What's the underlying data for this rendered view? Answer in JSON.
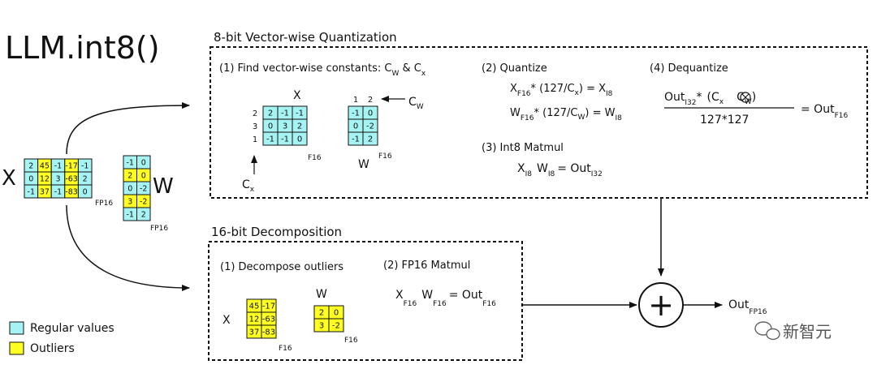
{
  "title": "LLM.int8()",
  "colors": {
    "regular": "#a6f3f3",
    "outlier": "#ffff22",
    "stroke": "#111111"
  },
  "legend": {
    "regular": "Regular values",
    "outliers": "Outliers"
  },
  "watermark": "新智元",
  "input": {
    "x_label": "X",
    "w_label": "W",
    "x_tag": "FP16",
    "w_tag": "FP16",
    "x_matrix": [
      [
        "2",
        "45",
        "-1",
        "-17",
        "-1"
      ],
      [
        "0",
        "12",
        "3",
        "-63",
        "2"
      ],
      [
        "-1",
        "37",
        "-1",
        "-83",
        "0"
      ]
    ],
    "x_outlier_cols": [
      1,
      3
    ],
    "w_matrix": [
      [
        "-1",
        "0"
      ],
      [
        "2",
        "0"
      ],
      [
        "0",
        "-2"
      ],
      [
        "3",
        "-2"
      ],
      [
        "-1",
        "2"
      ]
    ],
    "w_outlier_rows": [
      1,
      3
    ]
  },
  "vector_section": {
    "title": "8-bit Vector-wise Quantization",
    "step1": {
      "text": "(1) Find vector-wise constants: C",
      "sub_w": "W",
      "amp": " & C",
      "sub_x": "x"
    },
    "x_label": "X",
    "w_label": "W",
    "tag": "F16",
    "cx_row": [
      "2",
      "3",
      "1"
    ],
    "cw_col": [
      "1",
      "2"
    ],
    "x_matrix": [
      [
        "2",
        "-1",
        "-1"
      ],
      [
        "0",
        "3",
        "2"
      ],
      [
        "-1",
        "-1",
        "0"
      ]
    ],
    "w_matrix": [
      [
        "-1",
        "0"
      ],
      [
        "0",
        "-2"
      ],
      [
        "-1",
        "2"
      ]
    ],
    "cw_label": "C",
    "cw_sub": "W",
    "cx_label": "C",
    "cx_sub": "x",
    "step2": {
      "title": "(2) Quantize",
      "eq1": {
        "a": "X",
        "a_sub": "F16",
        "b": "* (127/C",
        "b_sub": "x",
        "c": ") = X",
        "c_sub": "I8"
      },
      "eq2": {
        "a": "W",
        "a_sub": "F16",
        "b": "* (127/C",
        "b_sub": "W",
        "c": ") = W",
        "c_sub": "I8"
      }
    },
    "step3": {
      "title": "(3) Int8 Matmul",
      "a": "X",
      "a_sub": "I8",
      "b": "W",
      "b_sub": "I8",
      "c": "= Out",
      "c_sub": "I32"
    },
    "step4": {
      "title": "(4) Dequantize",
      "num_a": "Out",
      "num_a_sub": "I32",
      "num_b": "*",
      "num_c": "(C",
      "num_c_sub": "x",
      "num_d": "C",
      "num_d_sub": "W",
      "num_e": ")",
      "den": "127*127",
      "rhs": "= Out",
      "rhs_sub": "F16"
    }
  },
  "decomp_section": {
    "title": "16-bit Decomposition",
    "step1": "(1) Decompose outliers",
    "step2": "(2) FP16 Matmul",
    "x_label": "X",
    "w_label": "W",
    "tag": "F16",
    "x_matrix": [
      [
        "45",
        "-17"
      ],
      [
        "12",
        "-63"
      ],
      [
        "37",
        "-83"
      ]
    ],
    "w_matrix": [
      [
        "2",
        "0"
      ],
      [
        "3",
        "-2"
      ]
    ],
    "eq": {
      "a": "X",
      "a_sub": "F16",
      "b": "W",
      "b_sub": "F16",
      "c": "= Out",
      "c_sub": "F16"
    }
  },
  "output": {
    "label": "Out",
    "sub": "FP16",
    "plus": "+"
  }
}
